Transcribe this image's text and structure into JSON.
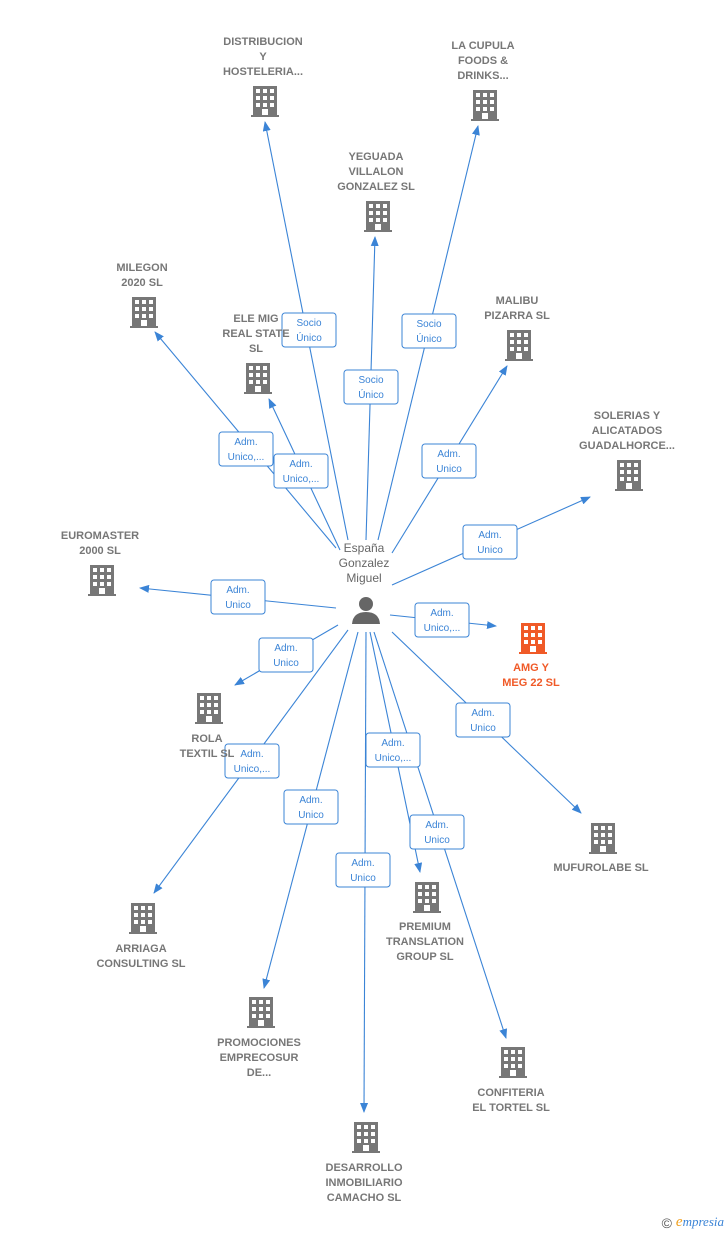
{
  "center": {
    "label": [
      "España",
      "Gonzalez",
      "Miguel"
    ],
    "icon": "person-icon"
  },
  "colors": {
    "edge": "#3b84d6",
    "node": "#777777",
    "highlight": "#f05a28"
  },
  "nodes": [
    {
      "id": "distribucion",
      "label": [
        "DISTRIBUCION",
        "Y",
        "HOSTELERIA..."
      ],
      "edge": [
        "Socio",
        "Único"
      ]
    },
    {
      "id": "la-cupula",
      "label": [
        "LA CUPULA",
        "FOODS &",
        "DRINKS..."
      ],
      "edge": [
        "Socio",
        "Único"
      ]
    },
    {
      "id": "yeguada",
      "label": [
        "YEGUADA",
        "VILLALON",
        "GONZALEZ  SL"
      ],
      "edge": [
        "Socio",
        "Único"
      ]
    },
    {
      "id": "milegon",
      "label": [
        "MILEGON",
        "2020  SL"
      ],
      "edge": [
        "Adm.",
        "Unico,..."
      ]
    },
    {
      "id": "ele-mig",
      "label": [
        "ELE MIG",
        "REAL STATE",
        "SL"
      ],
      "edge": [
        "Adm.",
        "Unico,..."
      ]
    },
    {
      "id": "malibu",
      "label": [
        "MALIBU",
        "PIZARRA  SL"
      ],
      "edge": [
        "Adm.",
        "Unico"
      ]
    },
    {
      "id": "solerias",
      "label": [
        "SOLERIAS Y",
        "ALICATADOS",
        "GUADALHORCE..."
      ],
      "edge": [
        "Adm.",
        "Unico"
      ]
    },
    {
      "id": "euromaster",
      "label": [
        "EUROMASTER",
        "2000 SL"
      ],
      "edge": [
        "Adm.",
        "Unico"
      ]
    },
    {
      "id": "amg",
      "label": [
        "AMG Y",
        "MEG 22  SL"
      ],
      "edge": [
        "Adm.",
        "Unico,..."
      ],
      "highlight": true
    },
    {
      "id": "rola",
      "label": [
        "ROLA",
        "TEXTIL SL"
      ],
      "edge": [
        "Adm.",
        "Unico"
      ]
    },
    {
      "id": "mufurolabe",
      "label": [
        "MUFUROLABE SL"
      ],
      "edge": [
        "Adm.",
        "Unico"
      ]
    },
    {
      "id": "arriaga",
      "label": [
        "ARRIAGA",
        "CONSULTING SL"
      ],
      "edge": [
        "Adm.",
        "Unico,..."
      ]
    },
    {
      "id": "promociones",
      "label": [
        "PROMOCIONES",
        "EMPRECOSUR",
        "DE..."
      ],
      "edge": [
        "Adm.",
        "Unico"
      ]
    },
    {
      "id": "premium",
      "label": [
        "PREMIUM",
        "TRANSLATION",
        "GROUP  SL"
      ],
      "edge": [
        "Adm.",
        "Unico,..."
      ]
    },
    {
      "id": "confiteria",
      "label": [
        "CONFITERIA",
        "EL TORTEL  SL"
      ],
      "edge": [
        "Adm.",
        "Unico"
      ]
    },
    {
      "id": "desarrollo",
      "label": [
        "DESARROLLO",
        "INMOBILIARIO",
        "CAMACHO SL"
      ],
      "edge": [
        "Adm.",
        "Unico"
      ]
    }
  ],
  "footer": {
    "copyright": "©",
    "brand_first": "e",
    "brand_rest": "mpresia"
  }
}
